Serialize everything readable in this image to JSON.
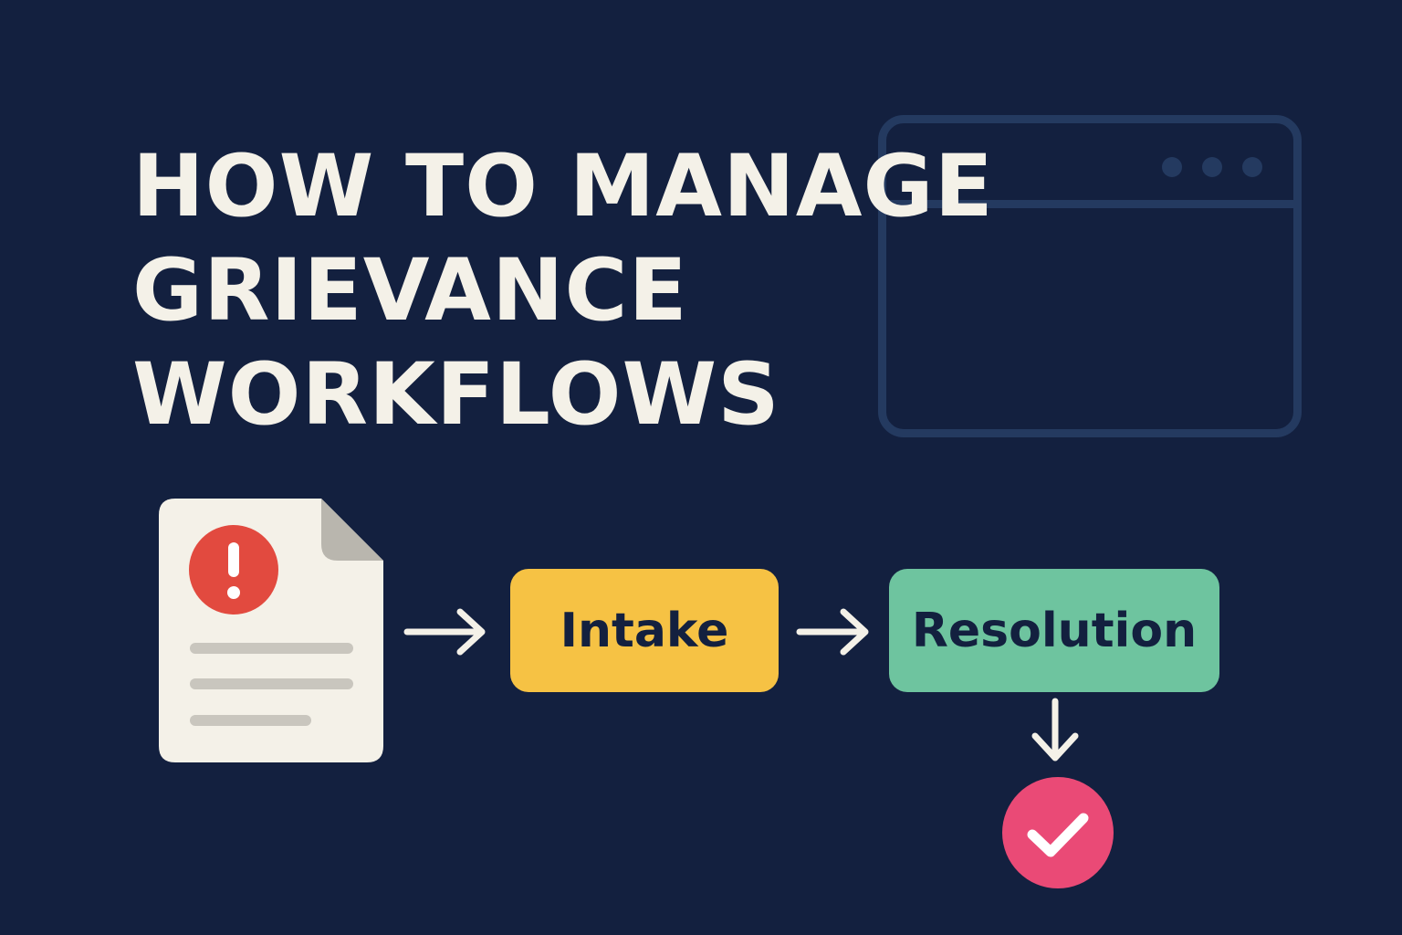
{
  "title": {
    "lines": [
      "HOW TO MANAGE",
      "GRIEVANCE",
      "WORKFLOWS"
    ]
  },
  "flow": {
    "steps": [
      {
        "label": "Intake",
        "color": "#f6c244"
      },
      {
        "label": "Resolution",
        "color": "#6ec49f"
      }
    ]
  },
  "icons": {
    "document": "document-alert-icon",
    "alert": "exclamation-icon",
    "done": "check-circle-icon",
    "background": "browser-window-icon"
  },
  "colors": {
    "background": "#13203f",
    "text": "#f4f1e8",
    "alert": "#e24a3f",
    "done": "#ea4a76"
  }
}
